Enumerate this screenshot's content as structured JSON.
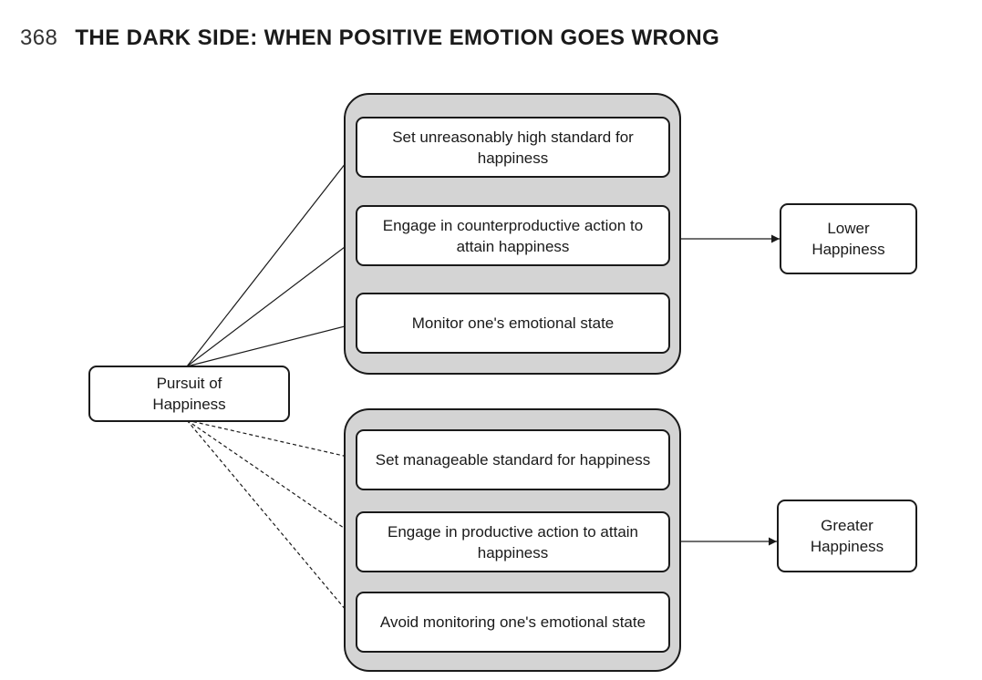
{
  "page": {
    "number": "368",
    "title": "THE DARK SIDE: WHEN POSITIVE EMOTION GOES WRONG"
  },
  "diagram": {
    "source": {
      "label": "Pursuit of Happiness"
    },
    "upper_group": {
      "items": [
        "Set unreasonably high standard for happiness",
        "Engage in counterproductive action to attain happiness",
        "Monitor one's emotional state"
      ],
      "outcome": "Lower Happiness",
      "link_style": "solid"
    },
    "lower_group": {
      "items": [
        "Set manageable standard for happiness",
        "Engage in productive action to attain happiness",
        "Avoid monitoring one's emotional state"
      ],
      "outcome": "Greater Happiness",
      "link_style": "dashed"
    }
  }
}
